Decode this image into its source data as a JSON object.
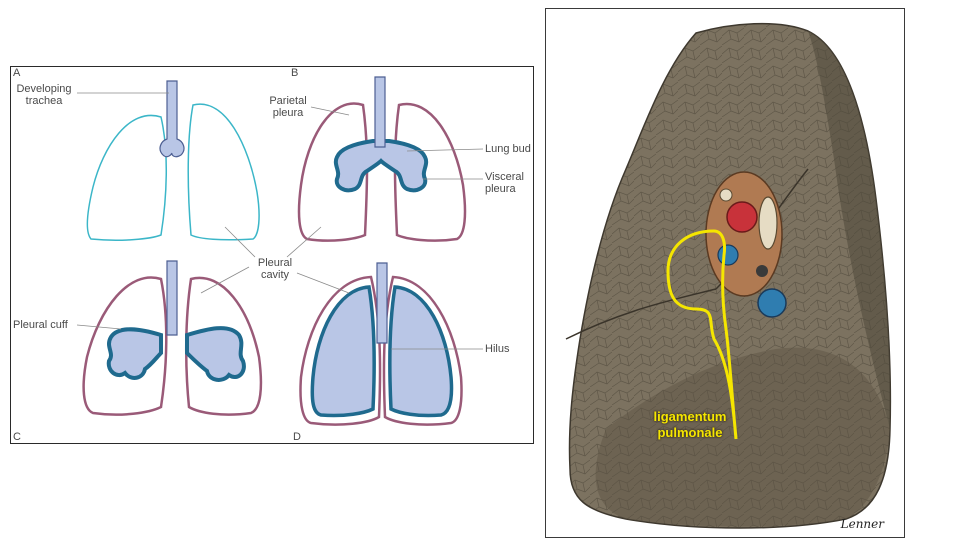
{
  "left_diagram": {
    "panel_letters": {
      "a": "A",
      "b": "B",
      "c": "C",
      "d": "D"
    },
    "labels": {
      "developing_trachea": [
        "Developing",
        "trachea"
      ],
      "parietal_pleura": [
        "Parietal",
        "pleura"
      ],
      "lung_bud": "Lung bud",
      "visceral_pleura": [
        "Visceral",
        "pleura"
      ],
      "pleural_cavity": [
        "Pleural",
        "cavity"
      ],
      "pleural_cuff": "Pleural cuff",
      "hilus": "Hilus"
    },
    "colors": {
      "pleura_outline": "#9a5a78",
      "visceral": "#1f6a8e",
      "airway_fill": "#b9c6e6",
      "early_outline": "#3bb6c8",
      "leader": "#8a8a8a"
    }
  },
  "right_illustration": {
    "ligament_label": [
      "ligamentum",
      "pulmonale"
    ],
    "signature": "Lenner",
    "colors": {
      "lung_tissue": "#7c7260",
      "tissue_dark": "#5a5243",
      "annotation": "#f5e600",
      "artery": "#c8323a",
      "vein": "#2f7db0"
    }
  }
}
